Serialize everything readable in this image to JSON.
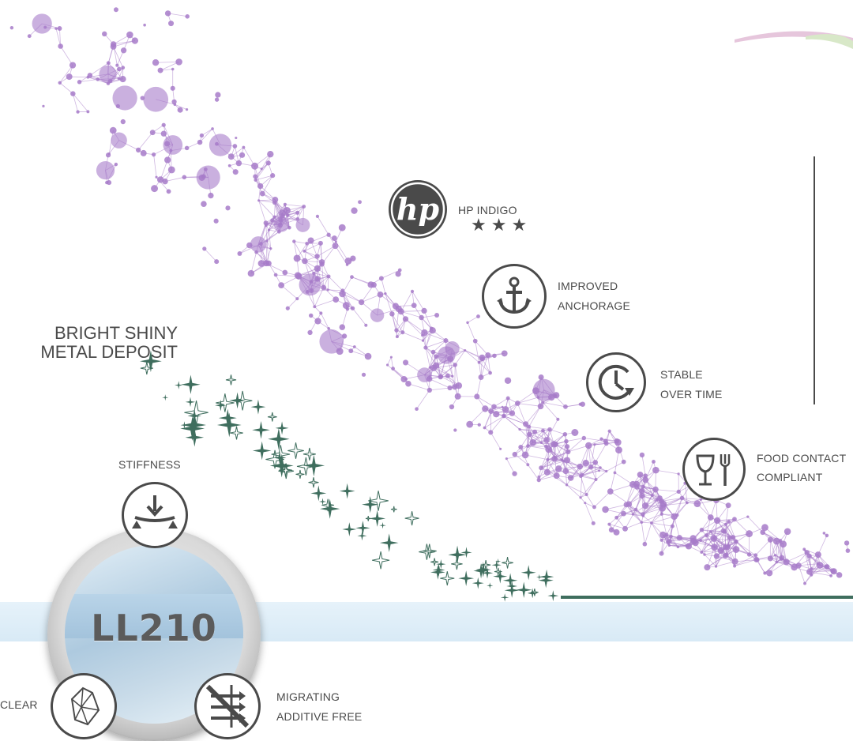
{
  "features": {
    "hp_indigo": {
      "label": "HP INDIGO",
      "stars": "★★★",
      "logo_text": "hp",
      "icon": "hp-logo-icon"
    },
    "anchorage": {
      "line1": "IMPROVED",
      "line2": "ANCHORAGE",
      "icon": "anchor-icon"
    },
    "stable": {
      "line1": "STABLE",
      "line2": "OVER TIME",
      "icon": "clock-icon"
    },
    "food": {
      "line1": "FOOD CONTACT",
      "line2": "COMPLIANT",
      "icon": "glass-fork-icon"
    },
    "metal": {
      "line1": "BRIGHT SHINY",
      "line2": "METAL DEPOSIT"
    },
    "stiffness": {
      "label": "STIFFNESS",
      "icon": "beam-load-icon"
    },
    "clear": {
      "label": "CLEAR",
      "icon": "crystal-icon"
    },
    "migrating": {
      "line1": "MIGRATING",
      "line2": "ADDITIVE FREE",
      "icon": "no-migration-icon"
    }
  },
  "product": {
    "code": "LL210"
  },
  "colors": {
    "accent_purple": "#a77bc9",
    "sparkle_green": "#3f6e5e",
    "text_gray": "#4a4a4a",
    "band_blue": "#dcecf7"
  }
}
